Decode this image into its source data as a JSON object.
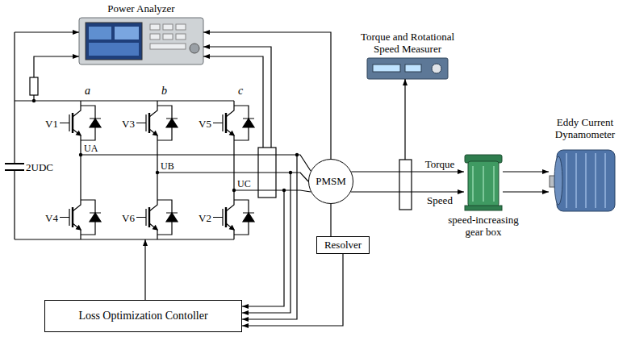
{
  "diagram": {
    "nodes": [
      {
        "text": [
          "Power Analyzer"
        ]
      },
      {
        "text": [
          "Torque and Rotational Speed Measurer"
        ]
      },
      {
        "text": [
          "PMSM"
        ]
      },
      {
        "text": [
          "speed-increasing gear box"
        ]
      },
      {
        "text": [
          "Eddy Current Dynamometer"
        ]
      },
      {
        "text": [
          "Resolver"
        ]
      },
      {
        "text": [
          "Loss Optimization Contoller"
        ]
      }
    ],
    "edges": [
      {
        "from": 2,
        "to": 0,
        "arrow": "to"
      },
      {
        "from": 2,
        "to": 3,
        "label": "Torque",
        "arrow": "to"
      },
      {
        "from": 2,
        "to": 3,
        "label": "Speed",
        "arrow": "to"
      },
      {
        "from": 3,
        "to": 4,
        "arrow": "to"
      },
      {
        "from": 3,
        "to": 4,
        "arrow": "to"
      },
      {
        "from": 2,
        "to": 5,
        "arrow": "none"
      },
      {
        "from": 5,
        "to": 6,
        "arrow": "to"
      }
    ],
    "labels": [
      "a",
      "b",
      "c",
      "V1",
      "V3",
      "V5",
      "V4",
      "V6",
      "V2",
      "UA",
      "UB",
      "UC",
      "2UDC"
    ]
  }
}
